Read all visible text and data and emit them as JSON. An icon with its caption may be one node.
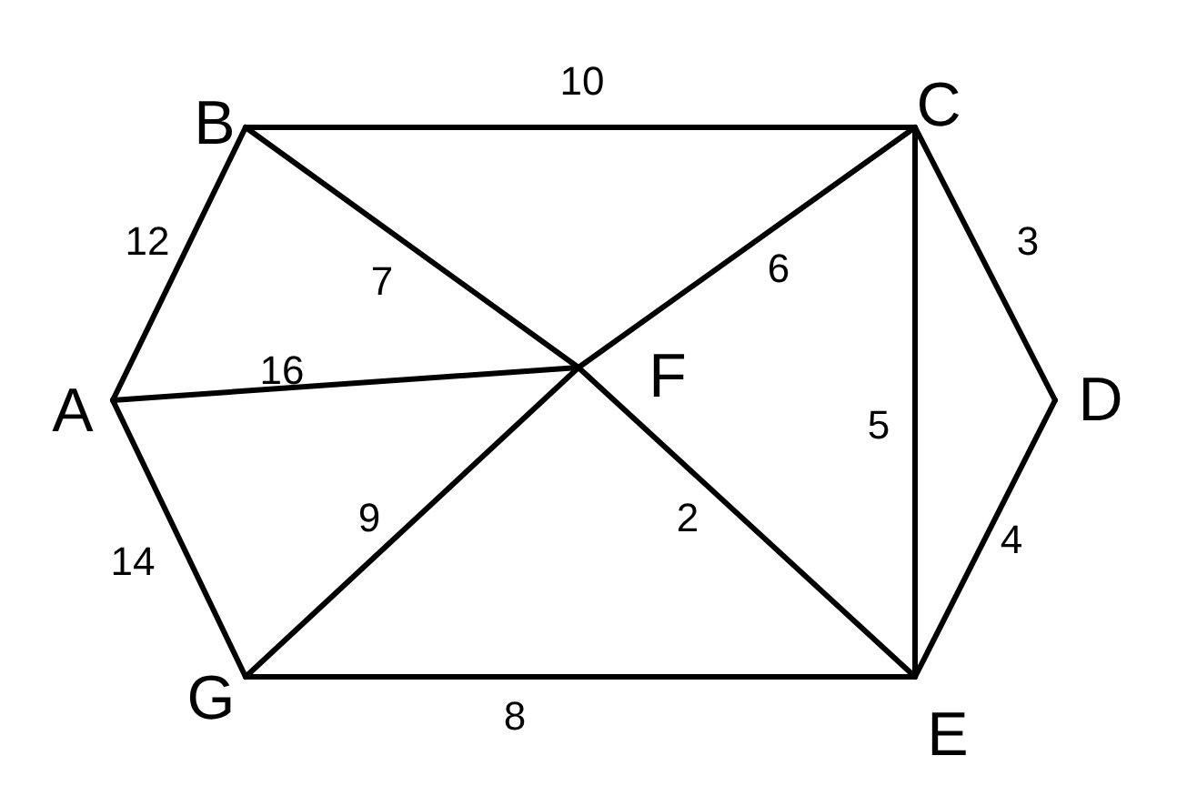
{
  "diagram": {
    "nodes": [
      {
        "text": [
          "A"
        ]
      },
      {
        "text": [
          "B"
        ]
      },
      {
        "text": [
          "C"
        ]
      },
      {
        "text": [
          "D"
        ]
      },
      {
        "text": [
          "E"
        ]
      },
      {
        "text": [
          "F"
        ]
      },
      {
        "text": [
          "G"
        ]
      }
    ],
    "edges": [
      {
        "from": 0,
        "to": 1,
        "arrow": "none",
        "label": "12"
      },
      {
        "from": 1,
        "to": 2,
        "arrow": "none",
        "label": "10"
      },
      {
        "from": 2,
        "to": 3,
        "arrow": "none",
        "label": "3"
      },
      {
        "from": 3,
        "to": 4,
        "arrow": "none",
        "label": "4"
      },
      {
        "from": 2,
        "to": 4,
        "arrow": "none",
        "label": "5"
      },
      {
        "from": 6,
        "to": 4,
        "arrow": "none",
        "label": "8"
      },
      {
        "from": 0,
        "to": 6,
        "arrow": "none",
        "label": "14"
      },
      {
        "from": 0,
        "to": 5,
        "arrow": "none",
        "label": "16"
      },
      {
        "from": 1,
        "to": 5,
        "arrow": "none",
        "label": "7"
      },
      {
        "from": 2,
        "to": 5,
        "arrow": "none",
        "label": "6"
      },
      {
        "from": 6,
        "to": 5,
        "arrow": "none",
        "label": "9"
      },
      {
        "from": 5,
        "to": 4,
        "arrow": "none",
        "label": "2"
      }
    ]
  }
}
